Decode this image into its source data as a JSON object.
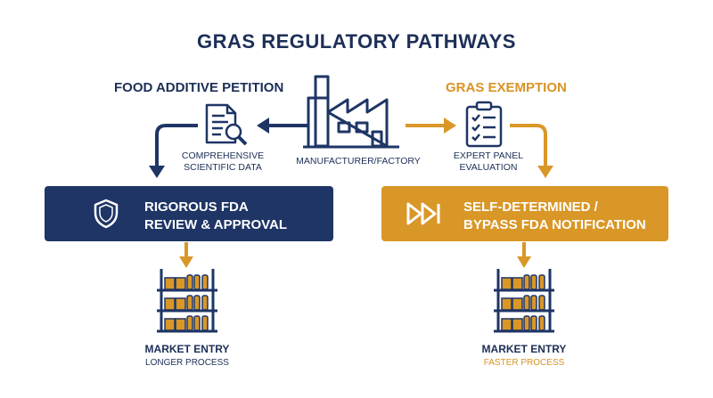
{
  "title": "GRAS REGULATORY PATHWAYS",
  "left": {
    "heading": "FOOD ADDITIVE PETITION",
    "doc_label_1": "COMPREHENSIVE",
    "doc_label_2": "SCIENTIFIC DATA",
    "box_line_1": "RIGOROUS FDA",
    "box_line_2": "REVIEW & APPROVAL",
    "box_icon": "shield-icon",
    "market_title": "MARKET ENTRY",
    "market_sub": "LONGER PROCESS"
  },
  "center": {
    "label": "MANUFACTURER/FACTORY",
    "icon": "factory-icon"
  },
  "right": {
    "heading": "GRAS EXEMPTION",
    "doc_label_1": "EXPERT PANEL",
    "doc_label_2": "EVALUATION",
    "box_line_1": "SELF-DETERMINED /",
    "box_line_2": "BYPASS FDA NOTIFICATION",
    "box_icon": "fast-forward-icon",
    "market_title": "MARKET ENTRY",
    "market_sub": "FASTER PROCESS"
  },
  "colors": {
    "navy": "#1e3565",
    "gold": "#d99728"
  }
}
